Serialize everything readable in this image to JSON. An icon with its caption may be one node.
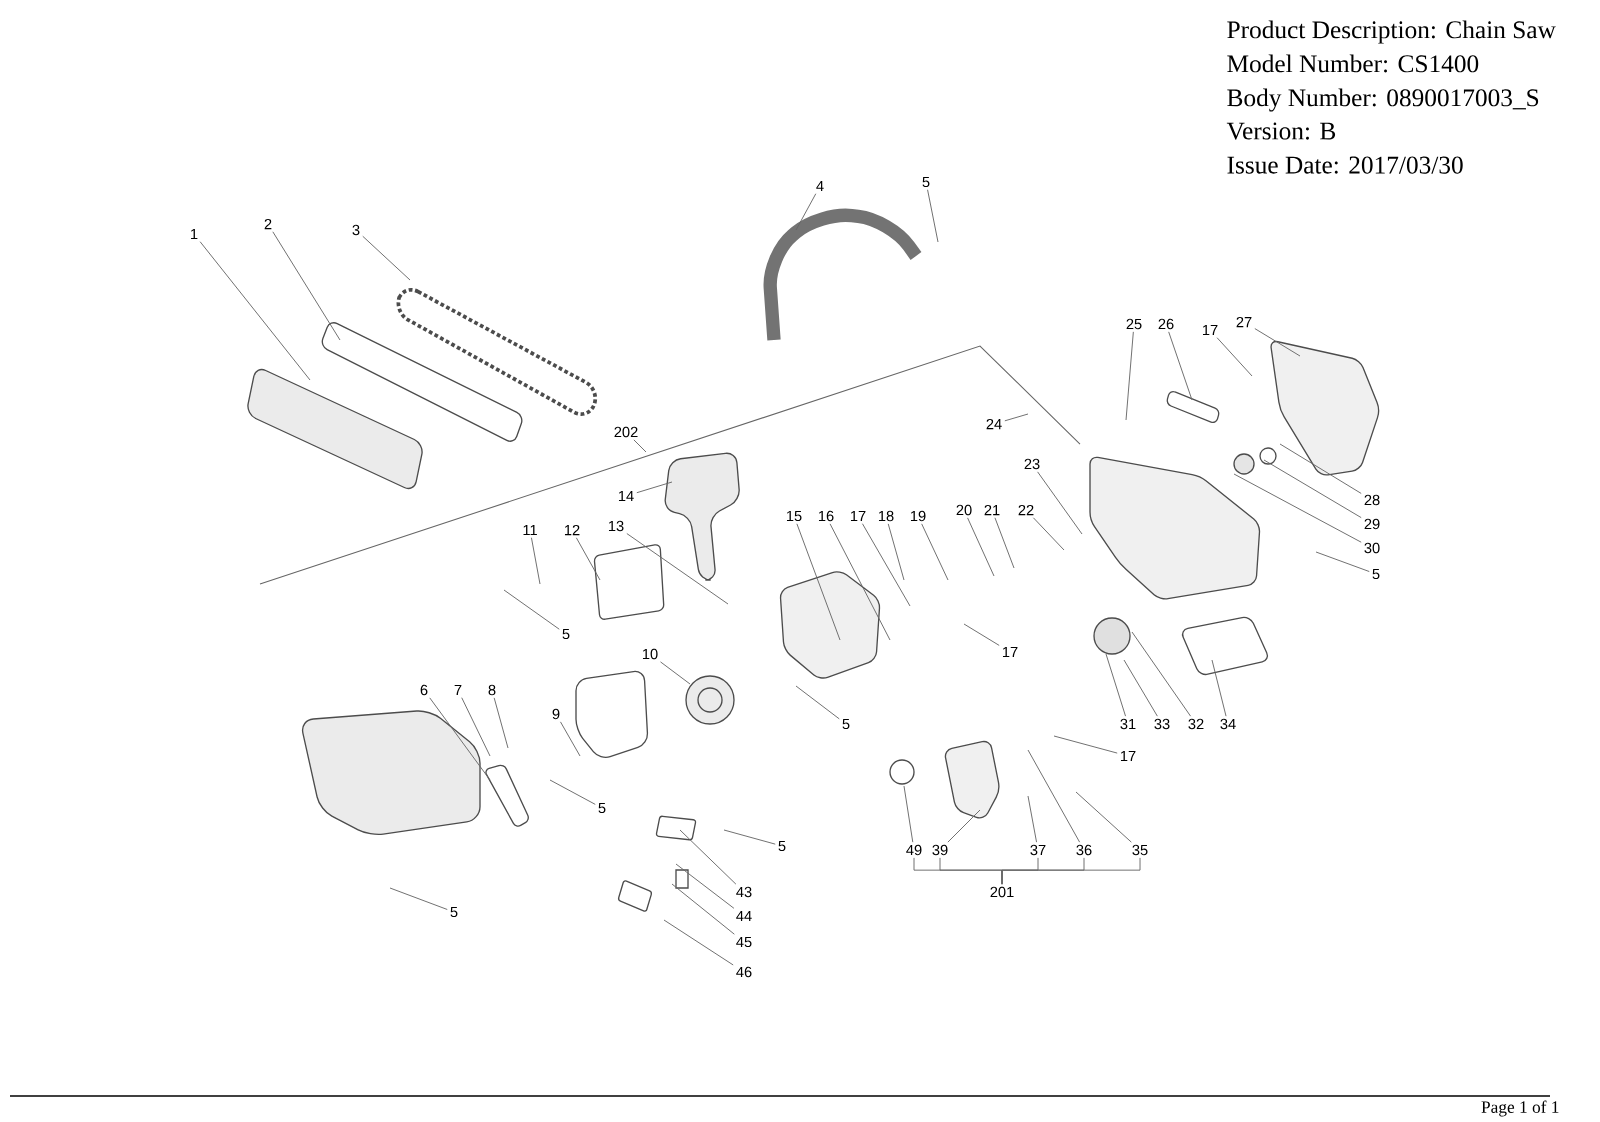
{
  "diagram": {
    "nodes": [
      {
        "text": [
          "1"
        ]
      },
      {
        "text": [
          "2"
        ]
      },
      {
        "text": [
          "3"
        ]
      },
      {
        "text": [
          "4"
        ]
      },
      {
        "text": [
          "5"
        ]
      },
      {
        "text": [
          "25"
        ]
      },
      {
        "text": [
          "26"
        ]
      },
      {
        "text": [
          "17"
        ]
      },
      {
        "text": [
          "27"
        ]
      },
      {
        "text": [
          "24"
        ]
      },
      {
        "text": [
          "202"
        ]
      },
      {
        "text": [
          "23"
        ]
      },
      {
        "text": [
          "14"
        ]
      },
      {
        "text": [
          "28"
        ]
      },
      {
        "text": [
          "15"
        ]
      },
      {
        "text": [
          "16"
        ]
      },
      {
        "text": [
          "17"
        ]
      },
      {
        "text": [
          "18"
        ]
      },
      {
        "text": [
          "19"
        ]
      },
      {
        "text": [
          "20"
        ]
      },
      {
        "text": [
          "21"
        ]
      },
      {
        "text": [
          "22"
        ]
      },
      {
        "text": [
          "29"
        ]
      },
      {
        "text": [
          "11"
        ]
      },
      {
        "text": [
          "12"
        ]
      },
      {
        "text": [
          "13"
        ]
      },
      {
        "text": [
          "30"
        ]
      },
      {
        "text": [
          "5"
        ]
      },
      {
        "text": [
          "17"
        ]
      },
      {
        "text": [
          "5"
        ]
      },
      {
        "text": [
          "10"
        ]
      },
      {
        "text": [
          "6"
        ]
      },
      {
        "text": [
          "7"
        ]
      },
      {
        "text": [
          "8"
        ]
      },
      {
        "text": [
          "9"
        ]
      },
      {
        "text": [
          "31"
        ]
      },
      {
        "text": [
          "33"
        ]
      },
      {
        "text": [
          "32"
        ]
      },
      {
        "text": [
          "34"
        ]
      },
      {
        "text": [
          "5"
        ]
      },
      {
        "text": [
          "17"
        ]
      },
      {
        "text": [
          "5"
        ]
      },
      {
        "text": [
          "5"
        ]
      },
      {
        "text": [
          "49"
        ]
      },
      {
        "text": [
          "39"
        ]
      },
      {
        "text": [
          "37"
        ]
      },
      {
        "text": [
          "36"
        ]
      },
      {
        "text": [
          "35"
        ]
      },
      {
        "text": [
          "43"
        ]
      },
      {
        "text": [
          "201"
        ]
      },
      {
        "text": [
          "5"
        ]
      },
      {
        "text": [
          "44"
        ]
      },
      {
        "text": [
          "45"
        ]
      },
      {
        "text": [
          "46"
        ]
      }
    ],
    "edges": [
      {
        "from": 0,
        "to": null,
        "arrow": "none"
      },
      {
        "from": 1,
        "to": null,
        "arrow": "none"
      },
      {
        "from": 2,
        "to": null,
        "arrow": "none"
      },
      {
        "from": 3,
        "to": null,
        "arrow": "none"
      },
      {
        "from": 4,
        "to": null,
        "arrow": "none"
      },
      {
        "from": 5,
        "to": null,
        "arrow": "none"
      },
      {
        "from": 6,
        "to": null,
        "arrow": "none"
      },
      {
        "from": 7,
        "to": null,
        "arrow": "none"
      },
      {
        "from": 8,
        "to": null,
        "arrow": "none"
      },
      {
        "from": 9,
        "to": null,
        "arrow": "none"
      },
      {
        "from": 10,
        "to": null,
        "arrow": "none"
      },
      {
        "from": 11,
        "to": null,
        "arrow": "none"
      },
      {
        "from": 12,
        "to": null,
        "arrow": "none"
      },
      {
        "from": 13,
        "to": null,
        "arrow": "none"
      },
      {
        "from": 14,
        "to": null,
        "arrow": "none"
      },
      {
        "from": 15,
        "to": null,
        "arrow": "none"
      },
      {
        "from": 16,
        "to": null,
        "arrow": "none"
      },
      {
        "from": 17,
        "to": null,
        "arrow": "none"
      },
      {
        "from": 18,
        "to": null,
        "arrow": "none"
      },
      {
        "from": 19,
        "to": null,
        "arrow": "none"
      },
      {
        "from": 20,
        "to": null,
        "arrow": "none"
      },
      {
        "from": 21,
        "to": null,
        "arrow": "none"
      },
      {
        "from": 22,
        "to": null,
        "arrow": "none"
      },
      {
        "from": 23,
        "to": null,
        "arrow": "none"
      },
      {
        "from": 24,
        "to": null,
        "arrow": "none"
      },
      {
        "from": 25,
        "to": null,
        "arrow": "none"
      },
      {
        "from": 26,
        "to": null,
        "arrow": "none"
      },
      {
        "from": 27,
        "to": null,
        "arrow": "none"
      },
      {
        "from": 28,
        "to": null,
        "arrow": "none"
      },
      {
        "from": 29,
        "to": null,
        "arrow": "none"
      },
      {
        "from": 30,
        "to": null,
        "arrow": "none"
      },
      {
        "from": 31,
        "to": null,
        "arrow": "none"
      },
      {
        "from": 32,
        "to": null,
        "arrow": "none"
      },
      {
        "from": 33,
        "to": null,
        "arrow": "none"
      },
      {
        "from": 34,
        "to": null,
        "arrow": "none"
      },
      {
        "from": 35,
        "to": null,
        "arrow": "none"
      },
      {
        "from": 36,
        "to": null,
        "arrow": "none"
      },
      {
        "from": 37,
        "to": null,
        "arrow": "none"
      },
      {
        "from": 38,
        "to": null,
        "arrow": "none"
      },
      {
        "from": 39,
        "to": null,
        "arrow": "none"
      },
      {
        "from": 40,
        "to": null,
        "arrow": "none"
      },
      {
        "from": 41,
        "to": null,
        "arrow": "none"
      },
      {
        "from": 42,
        "to": null,
        "arrow": "none"
      },
      {
        "from": 43,
        "to": null,
        "arrow": "none"
      },
      {
        "from": 44,
        "to": null,
        "arrow": "none"
      },
      {
        "from": 45,
        "to": null,
        "arrow": "none"
      },
      {
        "from": 46,
        "to": null,
        "arrow": "none"
      },
      {
        "from": 47,
        "to": null,
        "arrow": "none"
      },
      {
        "from": 48,
        "to": null,
        "arrow": "none"
      },
      {
        "from": 50,
        "to": null,
        "arrow": "none"
      },
      {
        "from": 51,
        "to": null,
        "arrow": "none"
      },
      {
        "from": 52,
        "to": null,
        "arrow": "none"
      },
      {
        "from": 53,
        "to": null,
        "arrow": "none"
      },
      {
        "from": 49,
        "to": 43,
        "arrow": "none"
      },
      {
        "from": 49,
        "to": 44,
        "arrow": "none"
      },
      {
        "from": 49,
        "to": 45,
        "arrow": "none"
      },
      {
        "from": 49,
        "to": 46,
        "arrow": "none"
      },
      {
        "from": 49,
        "to": 47,
        "arrow": "none"
      }
    ],
    "labels": [
      "Product Description: Chain Saw",
      "Model Number: CS1400",
      "Body Number: 0890017003_S",
      "Version: B",
      "Issue Date: 2017/03/30",
      "Page 1 of 1"
    ]
  }
}
